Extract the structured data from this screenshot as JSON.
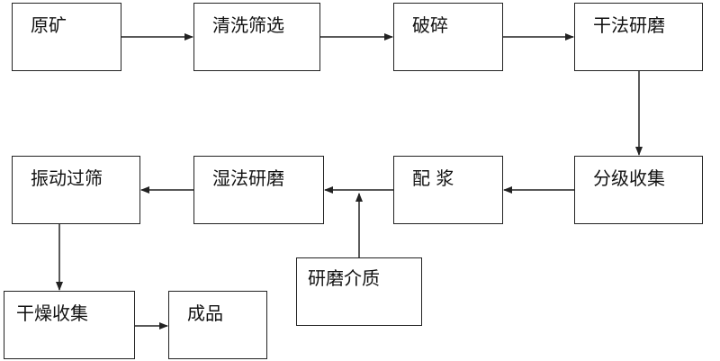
{
  "diagram": {
    "boxes": {
      "raw_ore": "原矿",
      "washing_screening": "清洗筛选",
      "crushing": "破碎",
      "dry_grinding": "干法研磨",
      "classification_collection": "分级收集",
      "slurry_preparation": "配 浆",
      "wet_grinding": "湿法研磨",
      "vibrating_screening": "振动过筛",
      "grinding_media": "研磨介质",
      "drying_collection": "干燥收集",
      "finished_product": "成品"
    },
    "colors": {
      "stroke": "#222222",
      "text": "#111111",
      "background": "#ffffff"
    }
  }
}
